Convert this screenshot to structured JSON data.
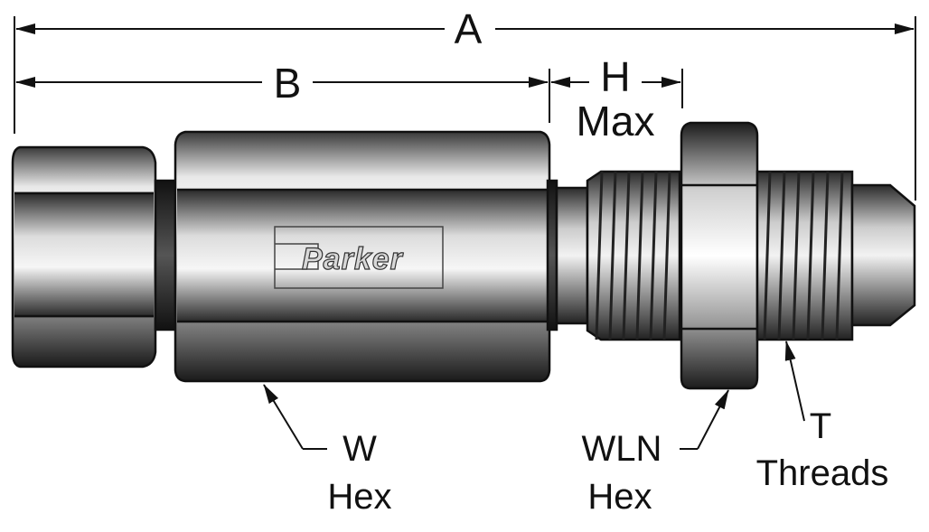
{
  "dimensions": {
    "overall_length": "A",
    "body_length": "B",
    "bulkhead_label": "H",
    "bulkhead_sub": "Max"
  },
  "callouts": {
    "body_hex_letter": "W",
    "body_hex_word": "Hex",
    "locknut_hex_letter": "WLN",
    "locknut_hex_word": "Hex",
    "threads_letter": "T",
    "threads_word": "Threads"
  },
  "brand": {
    "logo_text": "Parker"
  },
  "colors": {
    "line": "#111111",
    "metal_light": "#f4f4f4",
    "metal_mid": "#9a9a9a",
    "metal_dark": "#1e1e1e"
  }
}
